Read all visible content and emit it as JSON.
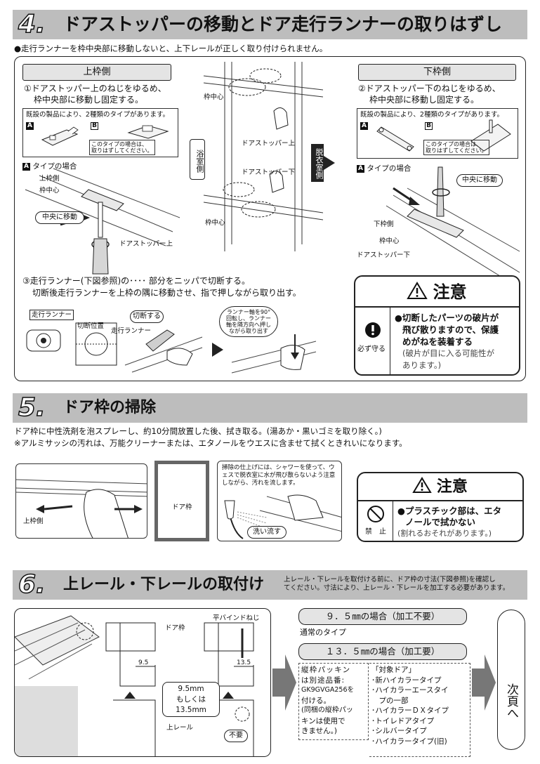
{
  "s4": {
    "num": "4.",
    "title": "ドアストッパーの移動とドア走行ランナーの取りはずし",
    "note": "●走行ランナーを枠中央部に移動しないと、上下レールが正しく取り付けられません。",
    "upper": {
      "tag": "上枠側",
      "step1_l1": "①ドアストッパー上のねじをゆるめ、",
      "step1_l2": "枠中央部に移動し固定する。",
      "types": "既設の製品により、2種類のタイプがあります。",
      "badge_a": "A",
      "badge_b": "B",
      "remove_l1": "このタイプの場合は、",
      "remove_l2": "取りはずしてください。",
      "atype": "タイプの場合",
      "lbl_frame": "上枠側",
      "lbl_center": "枠中心",
      "lbl_move": "中央に移動",
      "lbl_stopper": "ドアストッパー上"
    },
    "center": {
      "frame_center_top": "枠中心",
      "stopper_top": "ドアストッパー上",
      "stopper_bottom": "ドアストッパー下",
      "frame_center_bottom": "枠中心",
      "bath_side": "浴室側",
      "dressing_side": "脱衣室側"
    },
    "lower": {
      "tag": "下枠側",
      "step2_l1": "②ドアストッパー下のねじをゆるめ、",
      "step2_l2": "枠中央部に移動し固定する。",
      "types": "既設の製品により、2種類のタイプがあります。",
      "badge_a": "A",
      "badge_b": "B",
      "remove_l1": "このタイプの場合は、",
      "remove_l2": "取りはずしてください。",
      "atype": "タイプの場合",
      "lbl_move": "中央に移動",
      "lbl_frame": "下枠側",
      "lbl_center": "枠中心",
      "lbl_stopper": "ドアストッパー下"
    },
    "step3_l1": "③走行ランナー(下図参照)の････ 部分をニッパで切断する。",
    "step3_l2": "切断後走行ランナーを上枠の隅に移動させ、指で押しながら取り出す。",
    "lbl_runner": "走行ランナー",
    "lbl_cutpos": "切断位置",
    "lbl_cut": "切断する",
    "lbl_runner2": "走行ランナー",
    "lbl_rotate": "ランナー軸を90°回転し、ランナー軸を隣方向へ押しながら取り出す",
    "caution": {
      "title": "注意",
      "must": "必ず守る",
      "line1": "●切断したパーツの破片が",
      "line2": "飛び散りますので、保護",
      "line3": "めがねを装着する",
      "line4": "(破片が目に入る可能性が",
      "line5": "あります。)"
    }
  },
  "s5": {
    "num": "5.",
    "title": "ドア枠の掃除",
    "line1": "ドア枠に中性洗剤を泡スプレーし、約10分間放置した後、拭き取る。(湯あか・黒いゴミを取り除く。)",
    "line2": "※アルミサッシの汚れは、万能クリーナーまたは、エタノールをウエスに含ませて拭くときれいになります。",
    "lbl_upper": "上枠側",
    "lbl_doorframe": "ドア枠",
    "finish_note": "掃除の仕上げには、シャワーを使って、ウェスで脱衣室に水が飛び散らないよう注意しながら、汚れを流します。",
    "lbl_rinse": "洗い流す",
    "caution": {
      "title": "注意",
      "prohibit": "禁　止",
      "line1": "●プラスチック部は、エタ",
      "line2": "ノールで拭かない",
      "line3": "(割れるおそれがあります。)"
    }
  },
  "s6": {
    "num": "6.",
    "title": "上レール・下レールの取付け",
    "side_l1": "上レール・下レールを取付ける前に、ドア枠の寸法(下図参照)を確認し",
    "side_l2": "てください。寸法により、上レール・下レールを加工する必要があります。",
    "lbl_screw": "平バインドねじ",
    "lbl_doorframe": "ドア枠",
    "dim_95": "9.5",
    "dim_135": "13.5",
    "dim_note_l1": "9.5mm",
    "dim_note_l2": "もしくは",
    "dim_note_l3": "13.5mm",
    "lbl_upper_rail": "上レール",
    "lbl_unneeded": "不要",
    "case1": "９．５㎜の場合（加工不要）",
    "case1_sub": "通常のタイプ",
    "case2": "１３．５㎜の場合（加工要）",
    "packing": [
      "縦枠パッキン",
      "は別途品番:",
      "GK9GVGA256を",
      "付ける。",
      "(同梱の縦枠パッ",
      "キンは使用で",
      "きません。)"
    ],
    "targets": [
      "「対象ドア」",
      "･新ハイカラータイプ",
      "･ハイカラーエースタイ",
      "　プの一部",
      "･ハイカラーＤＸタイプ",
      "･トイレドアタイプ",
      "･シルバータイプ",
      "･ハイカラータイプ(旧)"
    ],
    "next": "次頁へ"
  }
}
